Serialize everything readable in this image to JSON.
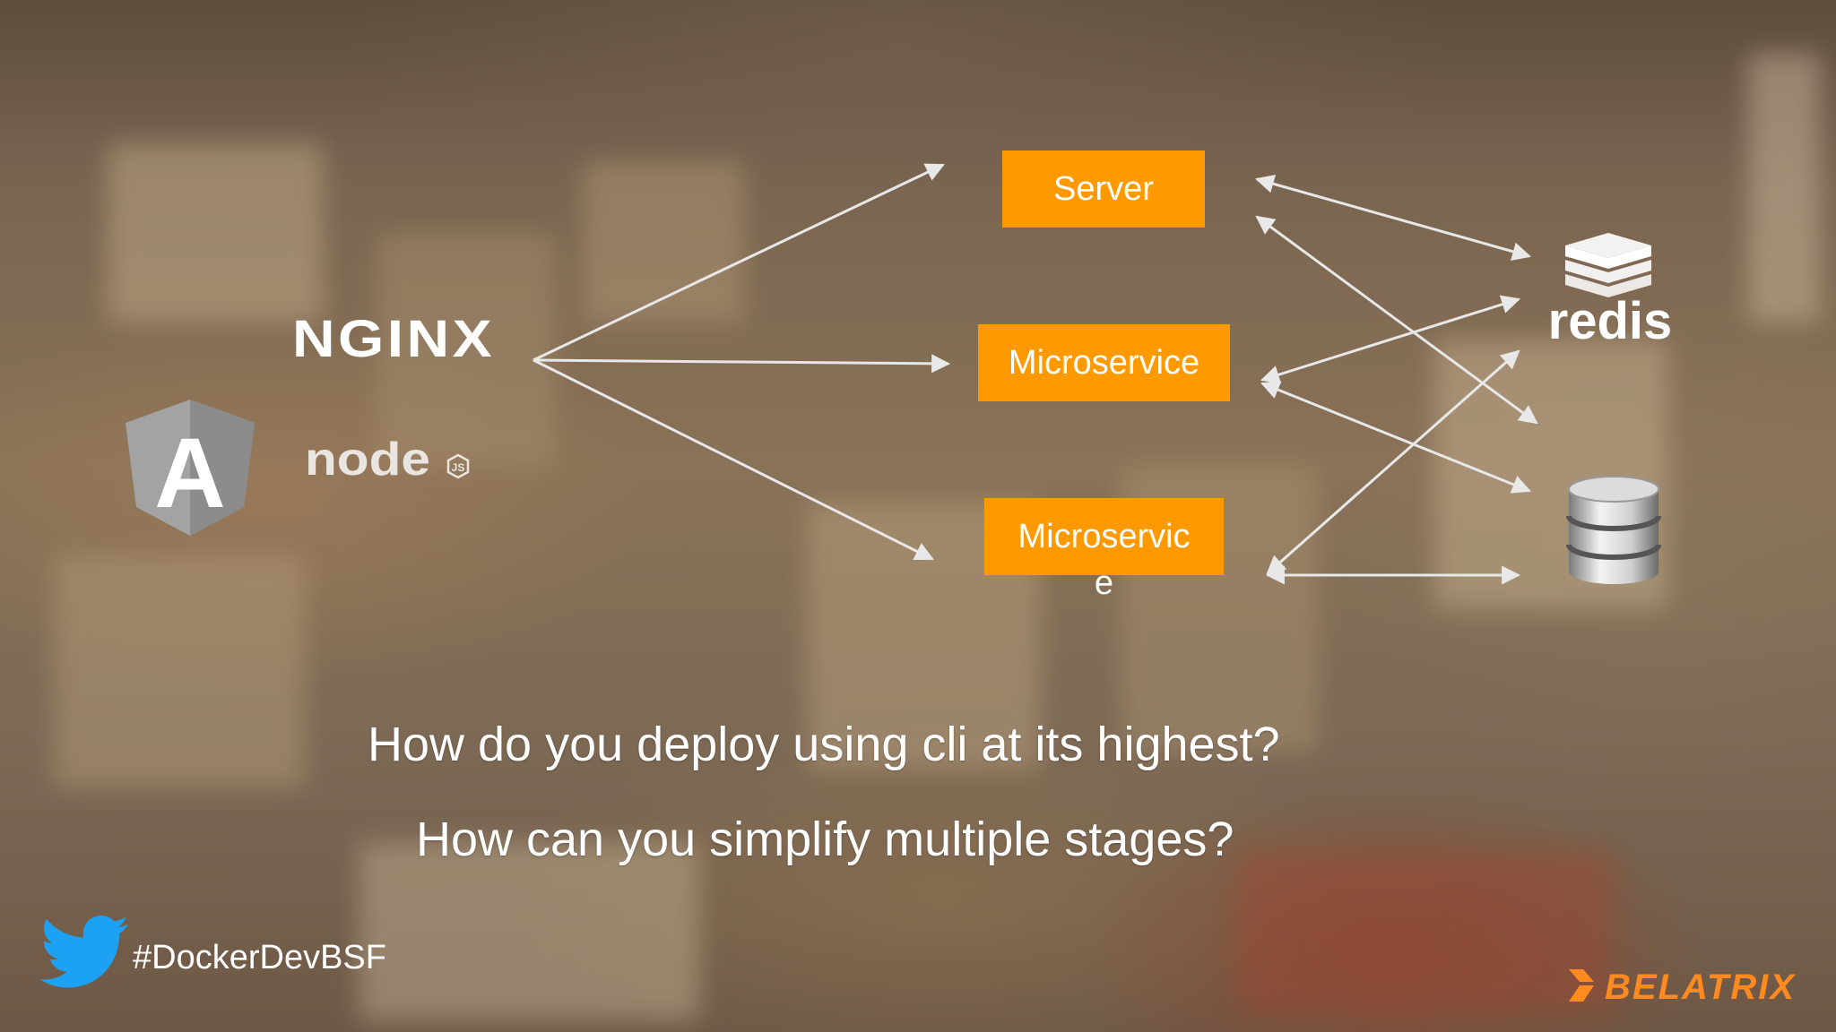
{
  "diagram": {
    "logos": {
      "nginx": "NGINX",
      "node": "node",
      "node_badge": "JS",
      "angular": "A",
      "redis": "redis"
    },
    "boxes": {
      "server": "Server",
      "microservice_1": "Microservice",
      "microservice_2_line1": "Microservic",
      "microservice_2_line2": "e"
    }
  },
  "questions": [
    "How do you deploy using cli at its highest?",
    "How can you simplify multiple stages?"
  ],
  "footer": {
    "hashtag": "#DockerDevBSF",
    "brand": "BELATRIX"
  },
  "colors": {
    "box": "#ff9900",
    "arrow": "#e8e8e8",
    "brand": "#ff8a1f",
    "twitter": "#1da1f2"
  },
  "icons": [
    "twitter-icon",
    "angular-icon",
    "nodejs-icon",
    "nginx-icon",
    "redis-icon",
    "database-icon",
    "belatrix-icon"
  ]
}
